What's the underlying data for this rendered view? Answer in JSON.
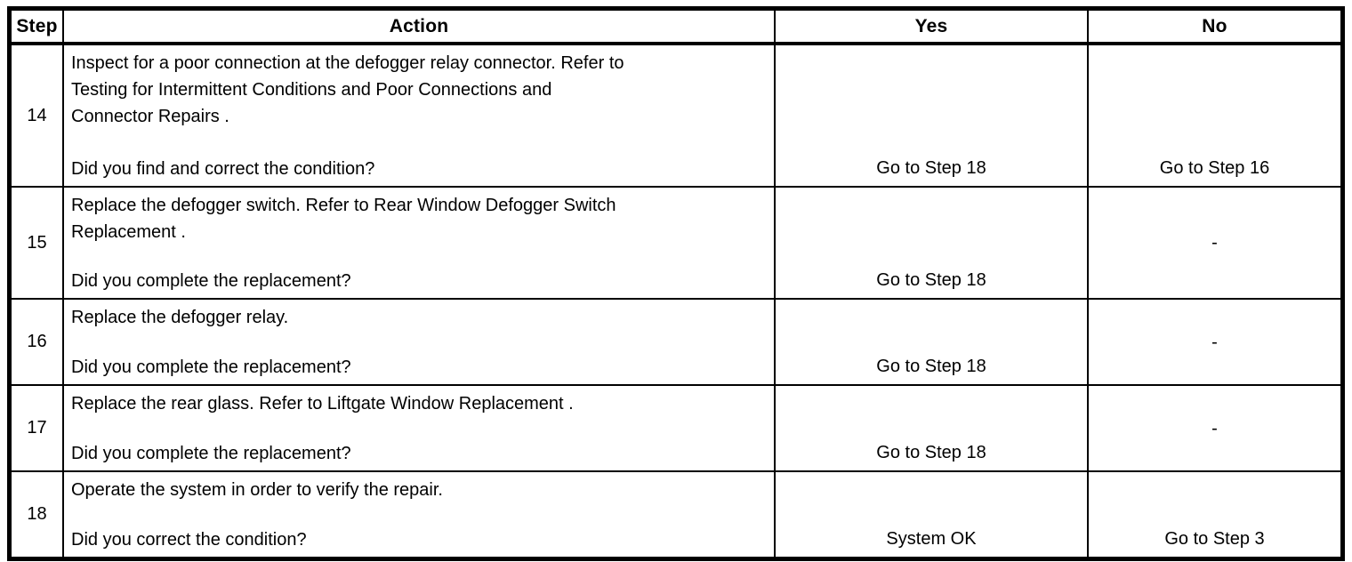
{
  "table": {
    "headers": {
      "step": "Step",
      "action": "Action",
      "yes": "Yes",
      "no": "No"
    },
    "rows": [
      {
        "step": "14",
        "action": "Inspect for a poor connection at the defogger relay connector. Refer to\nTesting for Intermittent Conditions and Poor Connections and\nConnector Repairs .",
        "question": "Did you find and correct the condition?",
        "yes": "Go to Step 18",
        "no": "Go to Step 16"
      },
      {
        "step": "15",
        "action": "Replace the defogger switch. Refer to Rear Window Defogger Switch\nReplacement .",
        "question": "Did you complete the replacement?",
        "yes": "Go to Step 18",
        "no": "-"
      },
      {
        "step": "16",
        "action": "Replace the defogger relay.",
        "question": "Did you complete the replacement?",
        "yes": "Go to Step 18",
        "no": "-"
      },
      {
        "step": "17",
        "action": "Replace the rear glass. Refer to Liftgate Window Replacement .",
        "question": "Did you complete the replacement?",
        "yes": "Go to Step 18",
        "no": "-"
      },
      {
        "step": "18",
        "action": "Operate the system in order to verify the repair.",
        "question": "Did you correct the condition?",
        "yes": "System OK",
        "no": "Go to Step 3"
      }
    ],
    "colors": {
      "border": "#000000",
      "background": "#ffffff",
      "text": "#000000"
    }
  }
}
